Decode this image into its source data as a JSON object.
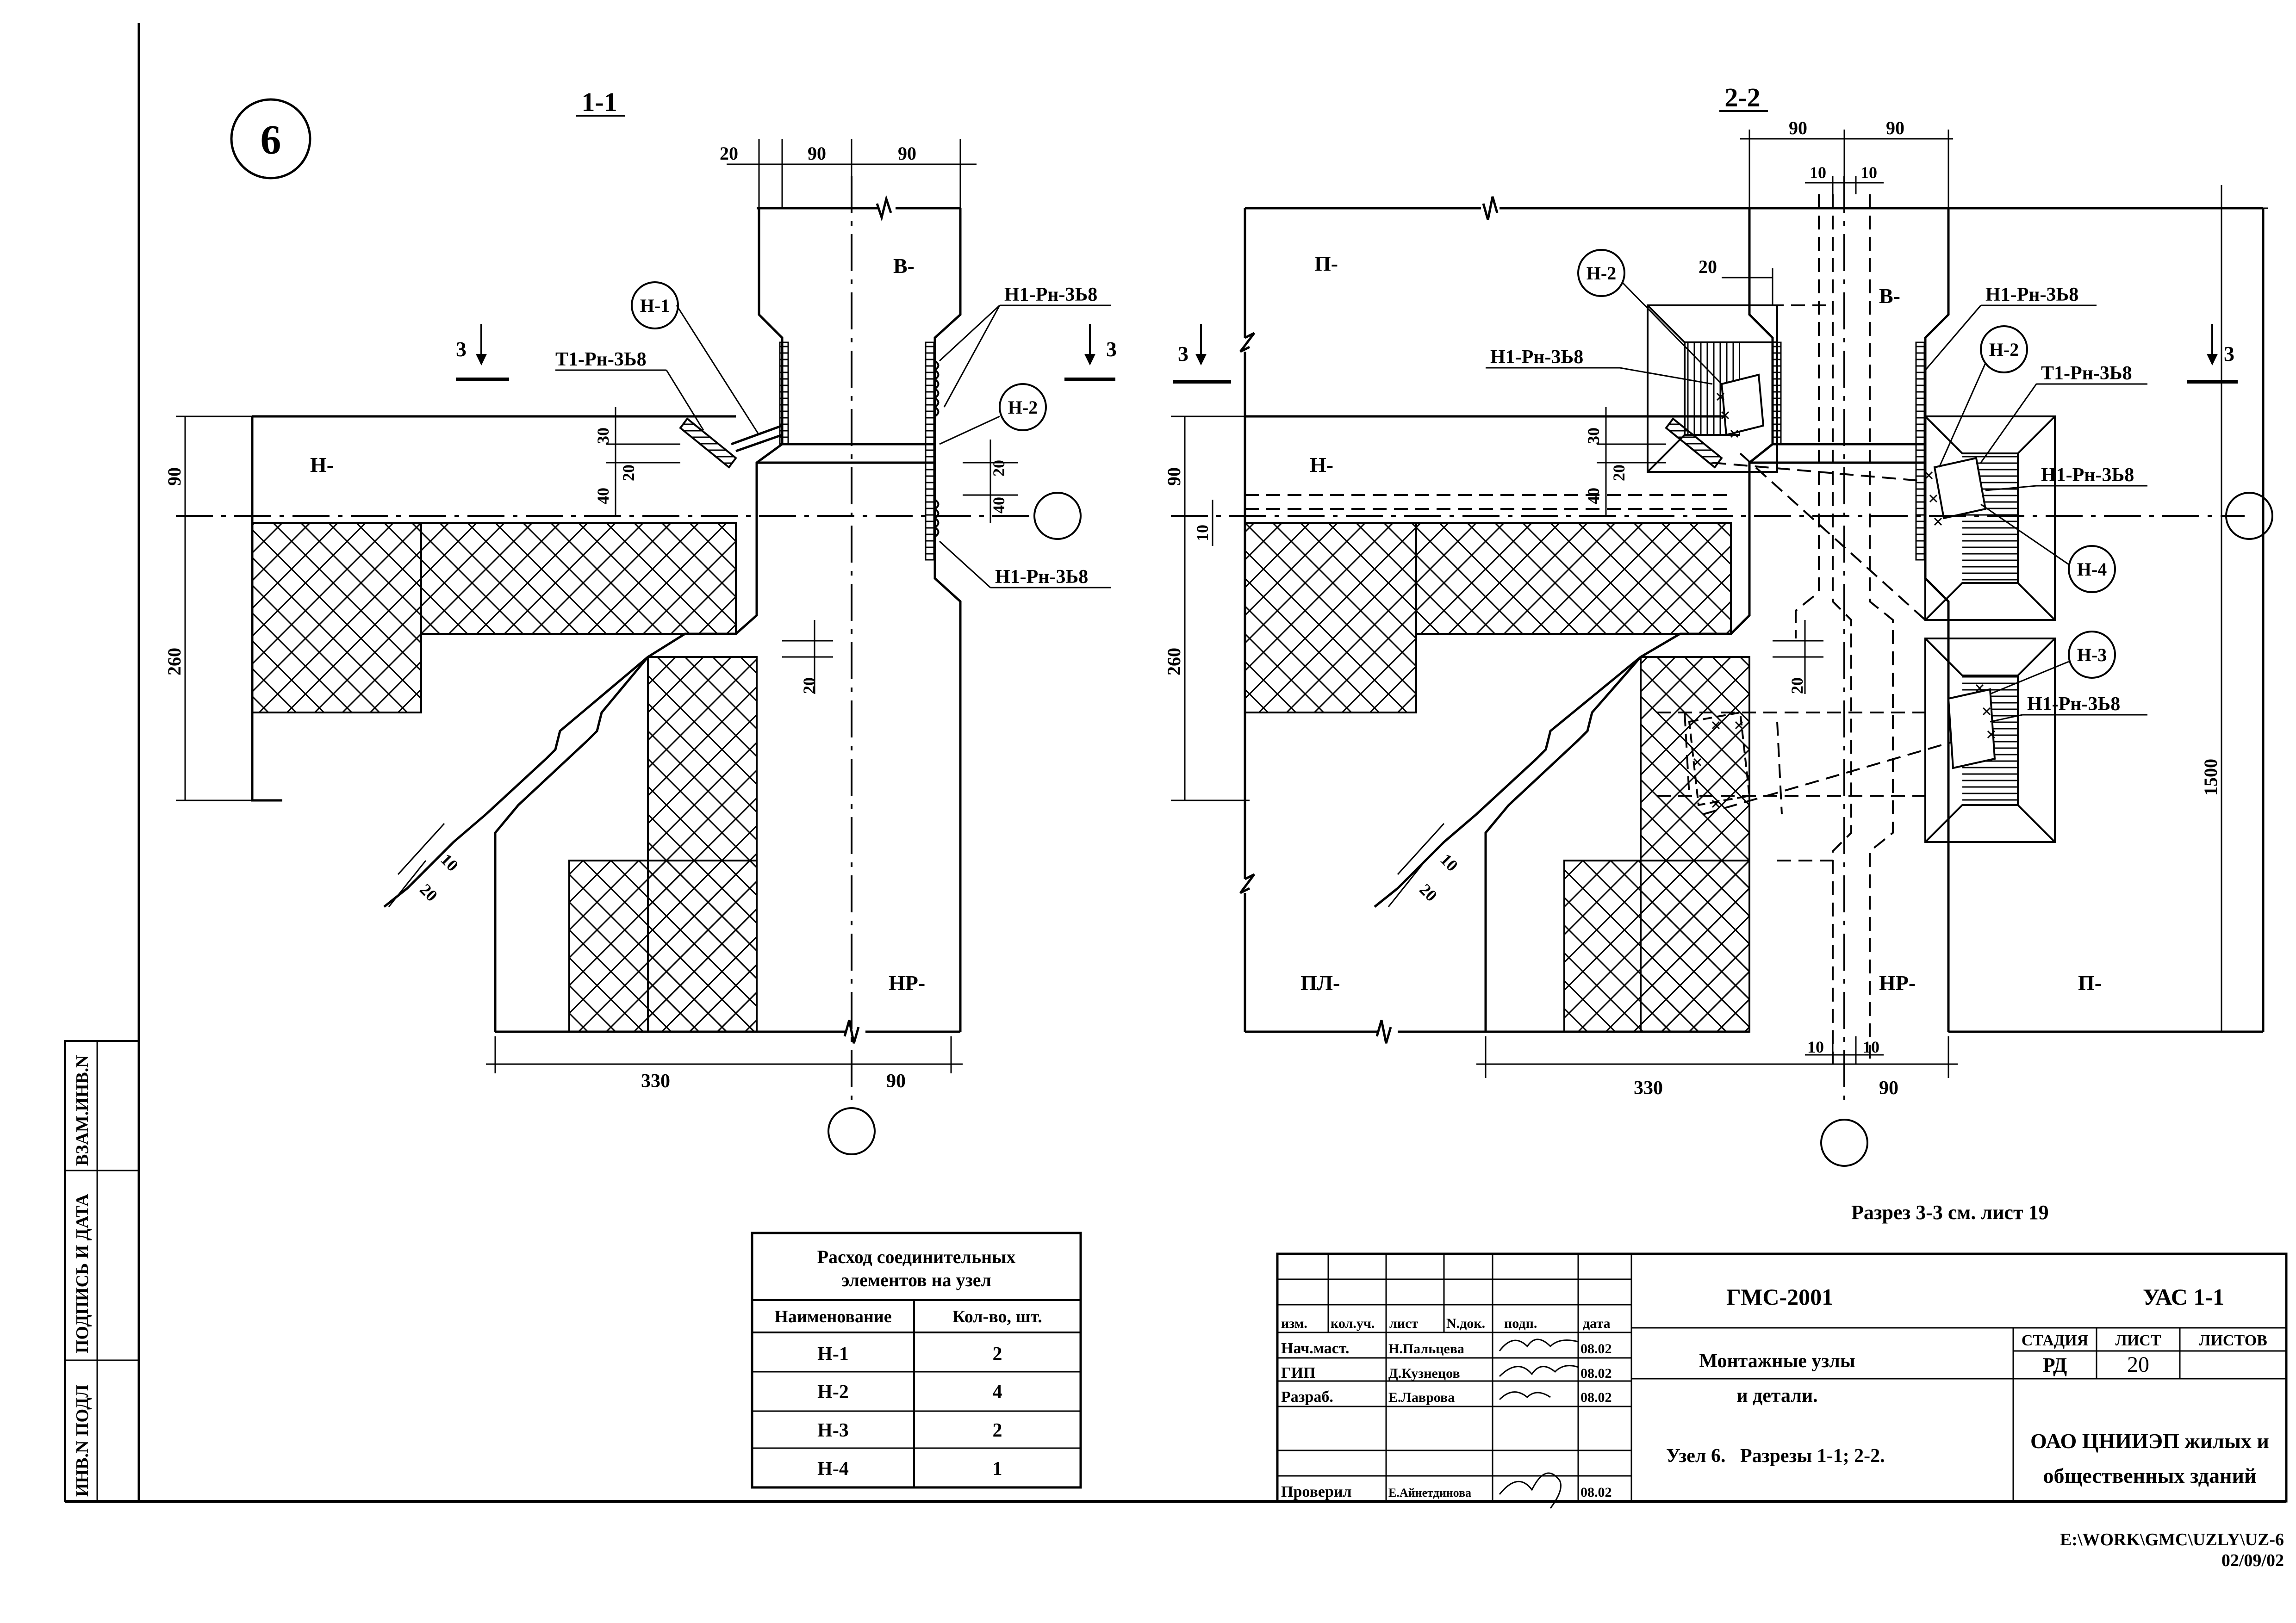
{
  "node_number": "6",
  "section_1": {
    "title": "1-1",
    "labels": {
      "h": "Н-",
      "v": "В-",
      "hr": "НР-"
    },
    "weld_top_left": "Т1-Рн-3Ь8",
    "weld_right_top": "Н1-Рн-3Ь8",
    "weld_right_bottom": "Н1-Рн-3Ь8",
    "callouts": [
      "Н-1",
      "Н-2"
    ],
    "section_mark": "3",
    "dims": {
      "d20": "20",
      "d90a": "90",
      "d90b": "90",
      "v90": "90",
      "v260": "260",
      "v30": "30",
      "v20": "20",
      "v40": "40",
      "r20": "20",
      "r40": "40",
      "mid20": "20",
      "diag10": "10",
      "diag20": "20",
      "b330": "330",
      "b90": "90"
    }
  },
  "section_2": {
    "title": "2-2",
    "labels": {
      "p_top": "П-",
      "h": "Н-",
      "v": "В-",
      "pl": "ПЛ-",
      "hr": "НР-",
      "p_bottom": "П-"
    },
    "callouts": [
      "Н-2",
      "Н-2",
      "Н-4",
      "Н-3"
    ],
    "welds": [
      "Н1-Рн-3Ь8",
      "Н1-Рн-3Ь8",
      "Т1-Рн-3Ь8",
      "Н1-Рн-3Ь8",
      "Н1-Рн-3Ь8"
    ],
    "section_mark": "3",
    "dims": {
      "t90a": "90",
      "t90b": "90",
      "t10a": "10",
      "t10b": "10",
      "d20": "20",
      "v90": "90",
      "v10": "10",
      "v260": "260",
      "v30": "30",
      "v20": "20",
      "v40": "40",
      "mid20": "20",
      "diag10": "10",
      "diag20": "20",
      "r1500": "1500",
      "b10a": "10",
      "b10b": "10",
      "b330": "330",
      "b90": "90"
    },
    "note": "Разрез 3-3 см. лист 19"
  },
  "consumption_table": {
    "title_line1": "Расход соединительных",
    "title_line2": "элементов на узел",
    "header": [
      "Наименование",
      "Кол-во, шт."
    ],
    "rows": [
      [
        "Н-1",
        "2"
      ],
      [
        "Н-2",
        "4"
      ],
      [
        "Н-3",
        "2"
      ],
      [
        "Н-4",
        "1"
      ]
    ]
  },
  "left_margin": {
    "inv_podl": "ИНВ.N ПОДЛ",
    "podpis": "ПОДПИСЬ И ДАТА",
    "vzam": "ВЗАМ.ИНВ.N"
  },
  "title_block": {
    "code": "ГМС-2001",
    "series": "УАС 1-1",
    "headers": [
      "изм.",
      "кол.уч.",
      "лист",
      "N.док.",
      "подп.",
      "дата"
    ],
    "people": [
      {
        "role": "Нач.маст.",
        "name": "Н.Пальцева",
        "date": "08.02"
      },
      {
        "role": "ГИП",
        "name": "Д.Кузнецов",
        "date": "08.02"
      },
      {
        "role": "Разраб.",
        "name": "Е.Лаврова",
        "date": "08.02"
      },
      {
        "role": "Проверил",
        "name": "Е.Айнетдинова",
        "date": "08.02"
      }
    ],
    "subject_line1": "Монтажные узлы",
    "subject_line2": "и детали.",
    "stage_label": "СТАДИЯ",
    "sheet_label": "ЛИСТ",
    "sheets_label": "ЛИСТОВ",
    "stage": "РД",
    "sheet": "20",
    "detail": "Узел 6.   Разрезы 1-1; 2-2.",
    "org_line1": "ОАО ЦНИИЭП жилых и",
    "org_line2": "общественных зданий"
  },
  "file_path": "E:\\WORK\\GMC\\UZLY\\UZ-6",
  "file_date": "02/09/02"
}
